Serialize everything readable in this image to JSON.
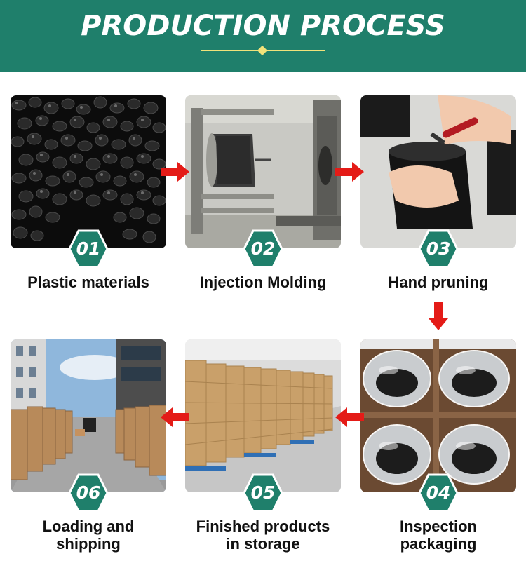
{
  "banner": {
    "title": "PRODUCTION PROCESS"
  },
  "steps": [
    {
      "number": "01",
      "label": "Plastic materials"
    },
    {
      "number": "02",
      "label": "Injection Molding"
    },
    {
      "number": "03",
      "label": "Hand pruning"
    },
    {
      "number": "04",
      "label_line1": "Inspection",
      "label_line2": "packaging"
    },
    {
      "number": "05",
      "label_line1": "Finished products",
      "label_line2": "in storage"
    },
    {
      "number": "06",
      "label_line1": "Loading and",
      "label_line2": "shipping"
    }
  ],
  "colors": {
    "banner": "#1f7f6b",
    "badge": "#1f7f6b",
    "arrow": "#e41b17",
    "accent": "#f1e27a"
  },
  "icons": {
    "flow_arrow": "red-arrow-icon"
  }
}
